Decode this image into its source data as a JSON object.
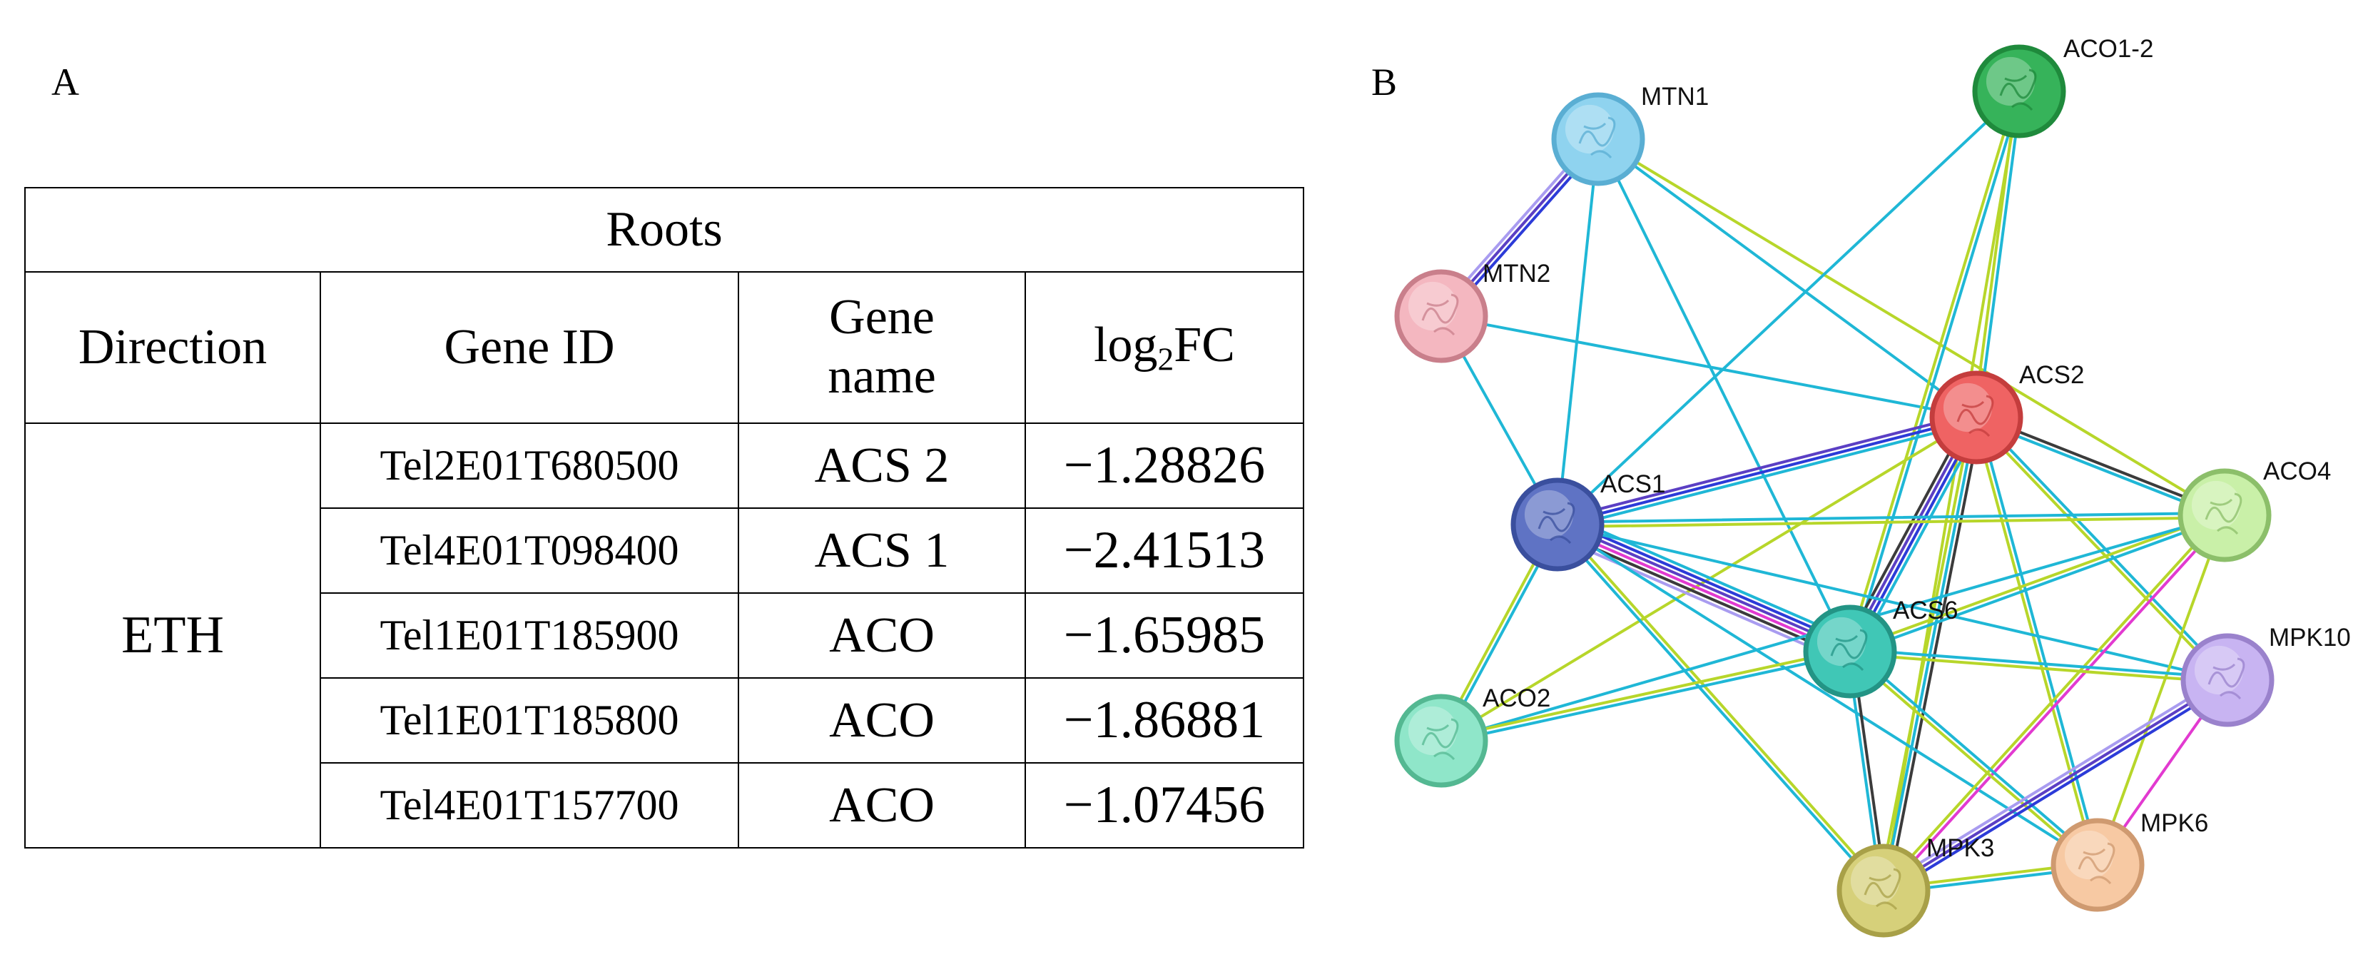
{
  "panel_a": {
    "label": "A",
    "table": {
      "title": "Roots",
      "headers": {
        "direction": "Direction",
        "gene_id": "Gene ID",
        "gene_name_line1": "Gene",
        "gene_name_line2": "name",
        "log2fc_prefix": "log",
        "log2fc_sub": "2",
        "log2fc_suffix": "FC"
      },
      "direction": "ETH",
      "rows": [
        {
          "gene_id": "Tel2E01T680500",
          "gene_name": "ACS 2",
          "log2fc": "−1.28826"
        },
        {
          "gene_id": "Tel4E01T098400",
          "gene_name": "ACS 1",
          "log2fc": "−2.41513"
        },
        {
          "gene_id": "Tel1E01T185900",
          "gene_name": "ACO",
          "log2fc": "−1.65985"
        },
        {
          "gene_id": "Tel1E01T185800",
          "gene_name": "ACO",
          "log2fc": "−1.86881"
        },
        {
          "gene_id": "Tel4E01T157700",
          "gene_name": "ACO",
          "log2fc": "−1.07456"
        }
      ]
    }
  },
  "panel_b": {
    "label": "B",
    "nodes": [
      {
        "id": "MTN1",
        "label": "MTN1",
        "color": "#8fd3ef",
        "border": "#5aaed3"
      },
      {
        "id": "ACO1-2",
        "label": "ACO1-2",
        "color": "#36b35a",
        "border": "#1f8a3c"
      },
      {
        "id": "MTN2",
        "label": "MTN2",
        "color": "#f4b7c0",
        "border": "#c97f8b"
      },
      {
        "id": "ACS2",
        "label": "ACS2",
        "color": "#ef6363",
        "border": "#c43d3d"
      },
      {
        "id": "ACS1",
        "label": "ACS1",
        "color": "#5f73c4",
        "border": "#3a4f9e"
      },
      {
        "id": "ACO4",
        "label": "ACO4",
        "color": "#c9f0a8",
        "border": "#8cbf6a"
      },
      {
        "id": "ACS6",
        "label": "ACS6",
        "color": "#40c7b6",
        "border": "#239485"
      },
      {
        "id": "MPK10",
        "label": "MPK10",
        "color": "#c8b4f2",
        "border": "#9a82cc"
      },
      {
        "id": "ACO2",
        "label": "ACO2",
        "color": "#8fe6c9",
        "border": "#54b892"
      },
      {
        "id": "MPK3",
        "label": "MPK3",
        "color": "#d6d07a",
        "border": "#a8a048"
      },
      {
        "id": "MPK6",
        "label": "MPK6",
        "color": "#f7c9a3",
        "border": "#cf9a70"
      }
    ],
    "edges": [
      {
        "a": "MTN1",
        "b": "MTN2",
        "types": [
          "blue",
          "purple",
          "lightpurple"
        ]
      },
      {
        "a": "MTN1",
        "b": "ACS1",
        "types": [
          "cyan"
        ]
      },
      {
        "a": "MTN1",
        "b": "ACS2",
        "types": [
          "cyan"
        ]
      },
      {
        "a": "MTN1",
        "b": "ACS6",
        "types": [
          "cyan"
        ]
      },
      {
        "a": "MTN1",
        "b": "ACO4",
        "types": [
          "lime"
        ]
      },
      {
        "a": "MTN2",
        "b": "ACS2",
        "types": [
          "cyan"
        ]
      },
      {
        "a": "MTN2",
        "b": "ACS1",
        "types": [
          "cyan"
        ]
      },
      {
        "a": "ACO1-2",
        "b": "ACS2",
        "types": [
          "cyan",
          "lime"
        ]
      },
      {
        "a": "ACO1-2",
        "b": "ACS6",
        "types": [
          "cyan",
          "lime"
        ]
      },
      {
        "a": "ACO1-2",
        "b": "ACS1",
        "types": [
          "cyan"
        ]
      },
      {
        "a": "ACO1-2",
        "b": "MPK3",
        "types": [
          "lime"
        ]
      },
      {
        "a": "ACS2",
        "b": "ACS1",
        "types": [
          "cyan",
          "blue",
          "purple"
        ]
      },
      {
        "a": "ACS2",
        "b": "ACO4",
        "types": [
          "dark",
          "cyan"
        ]
      },
      {
        "a": "ACS2",
        "b": "ACS6",
        "types": [
          "cyan",
          "blue",
          "purple",
          "dark"
        ]
      },
      {
        "a": "ACS2",
        "b": "MPK3",
        "types": [
          "dark",
          "cyan",
          "lime"
        ]
      },
      {
        "a": "ACS2",
        "b": "MPK6",
        "types": [
          "cyan",
          "lime"
        ]
      },
      {
        "a": "ACS2",
        "b": "MPK10",
        "types": [
          "cyan",
          "lime"
        ]
      },
      {
        "a": "ACS2",
        "b": "ACO2",
        "types": [
          "lime"
        ]
      },
      {
        "a": "ACS1",
        "b": "ACO4",
        "types": [
          "cyan",
          "lime"
        ]
      },
      {
        "a": "ACS1",
        "b": "ACS6",
        "types": [
          "cyan",
          "blue",
          "purple",
          "magenta",
          "dark",
          "lightpurple"
        ]
      },
      {
        "a": "ACS1",
        "b": "ACO2",
        "types": [
          "cyan",
          "lime"
        ]
      },
      {
        "a": "ACS1",
        "b": "MPK3",
        "types": [
          "lime",
          "cyan"
        ]
      },
      {
        "a": "ACS1",
        "b": "MPK6",
        "types": [
          "cyan"
        ]
      },
      {
        "a": "ACS1",
        "b": "MPK10",
        "types": [
          "cyan"
        ]
      },
      {
        "a": "ACO4",
        "b": "ACS6",
        "types": [
          "cyan",
          "lime"
        ]
      },
      {
        "a": "ACO4",
        "b": "MPK3",
        "types": [
          "magenta",
          "lime"
        ]
      },
      {
        "a": "ACO4",
        "b": "MPK6",
        "types": [
          "lime"
        ]
      },
      {
        "a": "ACO4",
        "b": "ACO2",
        "types": [
          "cyan"
        ]
      },
      {
        "a": "ACS6",
        "b": "MPK3",
        "types": [
          "dark",
          "cyan"
        ]
      },
      {
        "a": "ACS6",
        "b": "MPK6",
        "types": [
          "cyan",
          "lime"
        ]
      },
      {
        "a": "ACS6",
        "b": "MPK10",
        "types": [
          "cyan",
          "lime"
        ]
      },
      {
        "a": "ACS6",
        "b": "ACO2",
        "types": [
          "cyan",
          "lime"
        ]
      },
      {
        "a": "MPK10",
        "b": "MPK3",
        "types": [
          "blue",
          "purple",
          "lightpurple"
        ]
      },
      {
        "a": "MPK10",
        "b": "MPK6",
        "types": [
          "magenta"
        ]
      },
      {
        "a": "MPK3",
        "b": "MPK6",
        "types": [
          "lime",
          "cyan"
        ]
      }
    ],
    "edge_colors": {
      "cyan": "#1fb7d6",
      "lime": "#b7d62a",
      "blue": "#2c3bd8",
      "purple": "#5b3fc4",
      "lightpurple": "#a99cf0",
      "magenta": "#e23ad0",
      "dark": "#3b3b3b"
    }
  }
}
